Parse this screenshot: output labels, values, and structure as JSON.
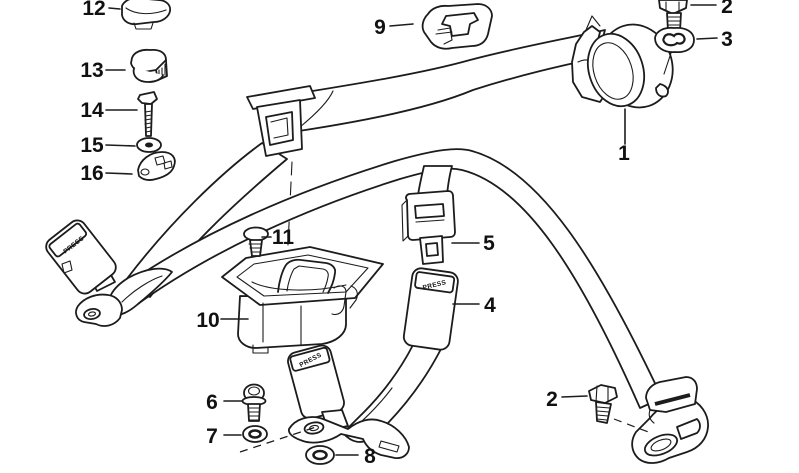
{
  "diagram": {
    "background_color": "#ffffff",
    "line_color": "#1c1c1c",
    "press_label": "PRESS",
    "callouts": [
      {
        "number": "12"
      },
      {
        "number": "13"
      },
      {
        "number": "14"
      },
      {
        "number": "15"
      },
      {
        "number": "16"
      },
      {
        "number": "9"
      },
      {
        "number": "2"
      },
      {
        "number": "3"
      },
      {
        "number": "1"
      },
      {
        "number": "11"
      },
      {
        "number": "10"
      },
      {
        "number": "5"
      },
      {
        "number": "4"
      },
      {
        "number": "6"
      },
      {
        "number": "7"
      },
      {
        "number": "8"
      },
      {
        "number": "2"
      }
    ]
  }
}
